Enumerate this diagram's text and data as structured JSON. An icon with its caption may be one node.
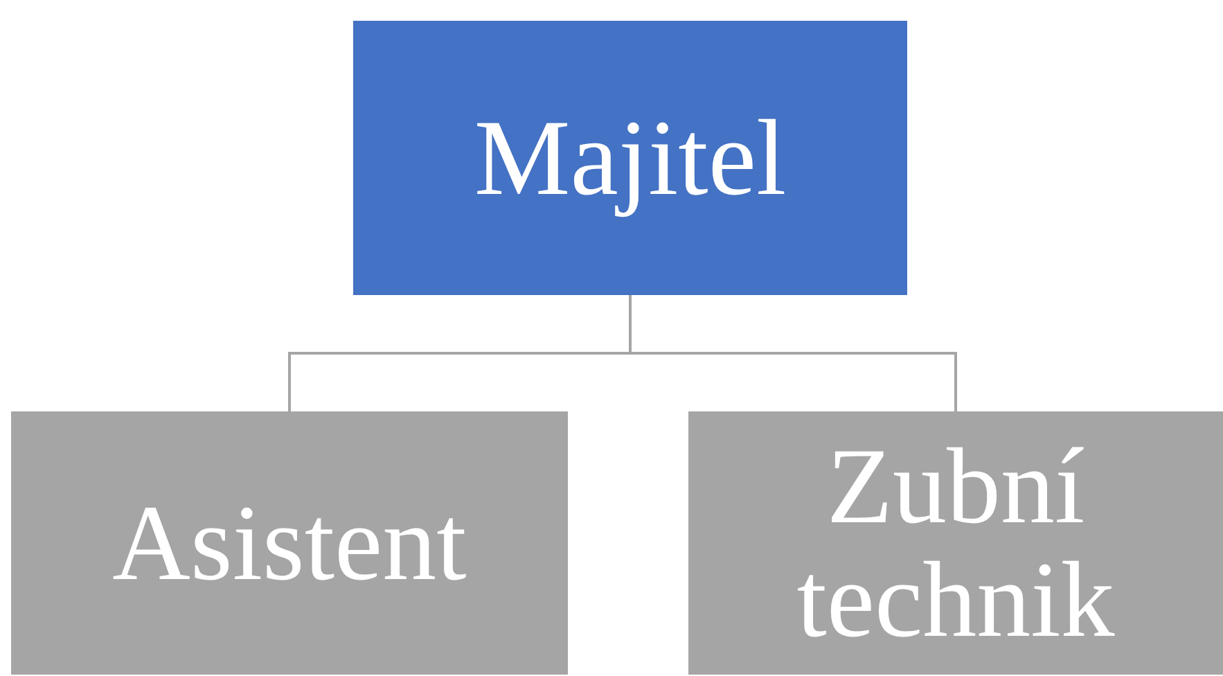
{
  "diagram": {
    "nodes": [
      {
        "text": [
          "Majitel"
        ]
      },
      {
        "text": [
          "Asistent"
        ]
      },
      {
        "text": [
          "Zubní technik"
        ]
      }
    ],
    "edges": [
      {
        "from": 0,
        "to": 1,
        "arrow": "none"
      },
      {
        "from": 0,
        "to": 2,
        "arrow": "none"
      }
    ]
  }
}
